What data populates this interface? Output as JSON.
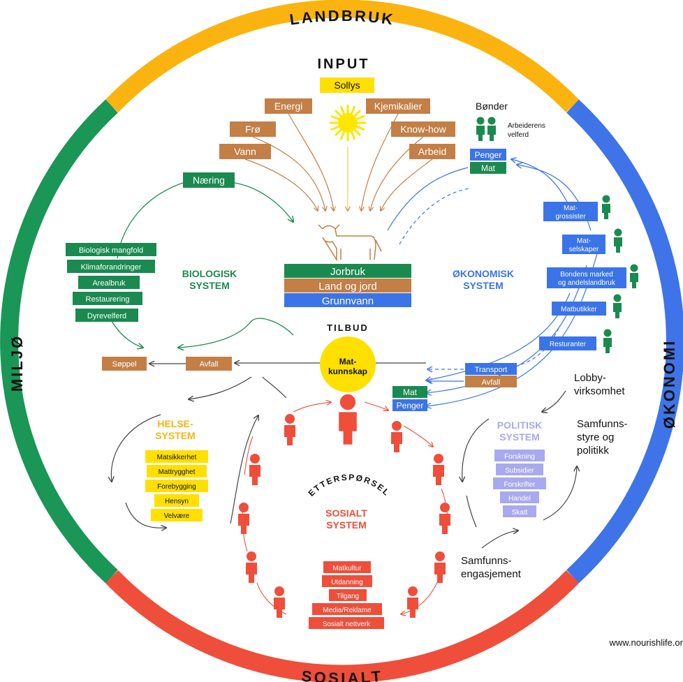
{
  "ring": {
    "landbruk": "LANDBRUK",
    "okonomi": "ØKONOMI",
    "sosialt": "SOSIALT",
    "miljo": "MILJØ"
  },
  "colors": {
    "yellow_ring": "#FBB40F",
    "blue_ring": "#3E74E8",
    "red_ring": "#EF4E3A",
    "green_ring": "#1A9657",
    "green_label": "#1A8A50",
    "brown_label": "#C37F45",
    "blue_label": "#3A74E8",
    "yellow_label": "#FFE000",
    "red_label": "#EF4E3A",
    "lavender_label": "#A8A9EE",
    "sun": "#FFE600"
  },
  "input": {
    "title": "INPUT",
    "sollys": "Sollys",
    "energi": "Energi",
    "fro": "Frø",
    "vann": "Vann",
    "kjemikalier": "Kjemikalier",
    "knowhow": "Know-how",
    "arbeid": "Arbeid"
  },
  "center": {
    "jorbruk": "Jorbruk",
    "land_og_jord": "Land og jord",
    "grunnvann": "Grunnvann",
    "tilbud": "TILBUD",
    "matkunnskap_1": "Mat-",
    "matkunnskap_2": "kunnskap"
  },
  "biologisk": {
    "title_1": "BIOLOGISK",
    "title_2": "SYSTEM",
    "naering": "Næring",
    "items": [
      "Biologisk mangfold",
      "Klimaforandringer",
      "Arealbruk",
      "Restaurering",
      "Dyrevelferd"
    ],
    "soppel": "Søppel",
    "avfall": "Avfall"
  },
  "okonomisk": {
    "title_1": "ØKONOMISK",
    "title_2": "SYSTEM",
    "bonder": "Bønder",
    "arbeiderens_1": "Arbeiderens",
    "arbeiderens_2": "velferd",
    "penger": "Penger",
    "mat": "Mat",
    "grossister_1": "Mat-",
    "grossister_2": "grossister",
    "selskaper_1": "Mat-",
    "selskaper_2": "selskaper",
    "bondens_1": "Bondens marked",
    "bondens_2": "og andelslandbruk",
    "matbutikker": "Matbutikker",
    "resturanter": "Resturanter",
    "transport": "Transport",
    "avfall": "Avfall",
    "mat_bottom": "Mat",
    "penger_bottom": "Penger"
  },
  "helse": {
    "title_1": "HELSE-",
    "title_2": "SYSTEM",
    "items": [
      "Matsikkerhet",
      "Mattrygghet",
      "Forebygging",
      "Hensyn",
      "Velvære"
    ]
  },
  "sosialt": {
    "ettersporsel": "ETTERSPØRSEL",
    "title_1": "SOSIALT",
    "title_2": "SYSTEM",
    "items": [
      "Matkultur",
      "Utdanning",
      "Tilgang",
      "Media/Reklame",
      "Sosialt nettverk"
    ]
  },
  "politisk": {
    "title_1": "POLITISK",
    "title_2": "SYSTEM",
    "items": [
      "Forskning",
      "Subsidier",
      "Forskrifter",
      "Handel",
      "Skatt"
    ],
    "lobby_1": "Lobby-",
    "lobby_2": "virksomhet",
    "samfunnsstyre_1": "Samfunns-",
    "samfunnsstyre_2": "styre og",
    "samfunnsstyre_3": "politikk",
    "engasjement_1": "Samfunns-",
    "engasjement_2": "engasjement"
  },
  "footer": {
    "url": "www.nourishlife.or"
  }
}
